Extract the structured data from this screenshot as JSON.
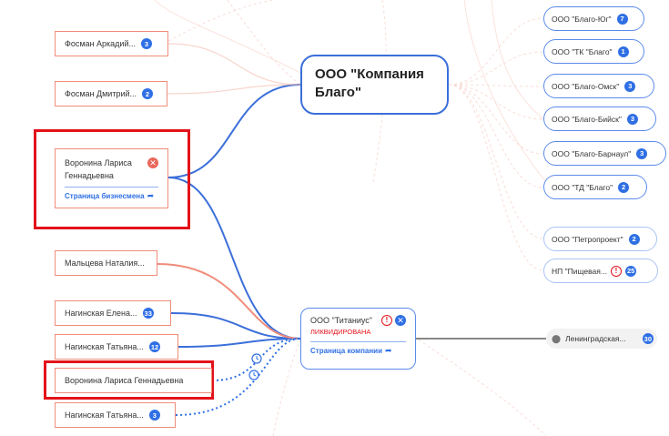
{
  "left_persons": [
    {
      "label": "Фосман Аркадий...",
      "count": "3"
    },
    {
      "label": "Фосман Дмитрий...",
      "count": "2"
    },
    {
      "label": "Мальцева Наталия..."
    },
    {
      "label": "Нагинская Елена...",
      "count": "33"
    },
    {
      "label": "Нагинская Татьяна...",
      "count": "12"
    },
    {
      "label": "Воронина Лариса Геннадьевна"
    },
    {
      "label": "Нагинская Татьяна...",
      "count": "3"
    }
  ],
  "selected_person": {
    "name_line1": "Воронина Лариса",
    "name_line2": "Геннадьевна",
    "link": "Страница бизнесмена"
  },
  "main_company": {
    "line1": "ООО \"Компания",
    "line2": "Благо\""
  },
  "titanius": {
    "name": "ООО \"Титаниус\"",
    "status": "ЛИКВИДИРОВАНА",
    "link": "Страница компании"
  },
  "right_companies": [
    {
      "label": "ООО \"Благо-Юг\"",
      "count": "7"
    },
    {
      "label": "ООО \"ТК \"Благо\"",
      "count": "1"
    },
    {
      "label": "ООО \"Благо-Омск\"",
      "count": "3"
    },
    {
      "label": "ООО \"Благо-Бийск\"",
      "count": "3"
    },
    {
      "label": "ООО \"Благо-Барнаул\"",
      "count": "3"
    },
    {
      "label": "ООО \"ТД \"Благо\"",
      "count": "2"
    },
    {
      "label": "ООО \"Петропроект\"",
      "count": "2"
    },
    {
      "label": "НП \"Пищевая...",
      "count": "25"
    }
  ],
  "location": {
    "label": "Ленинградская...",
    "count": "30"
  },
  "colors": {
    "blue": "#3b6fd9",
    "red": "#f08c7a",
    "alert": "#e3121a",
    "badge": "#2f6fe4"
  }
}
